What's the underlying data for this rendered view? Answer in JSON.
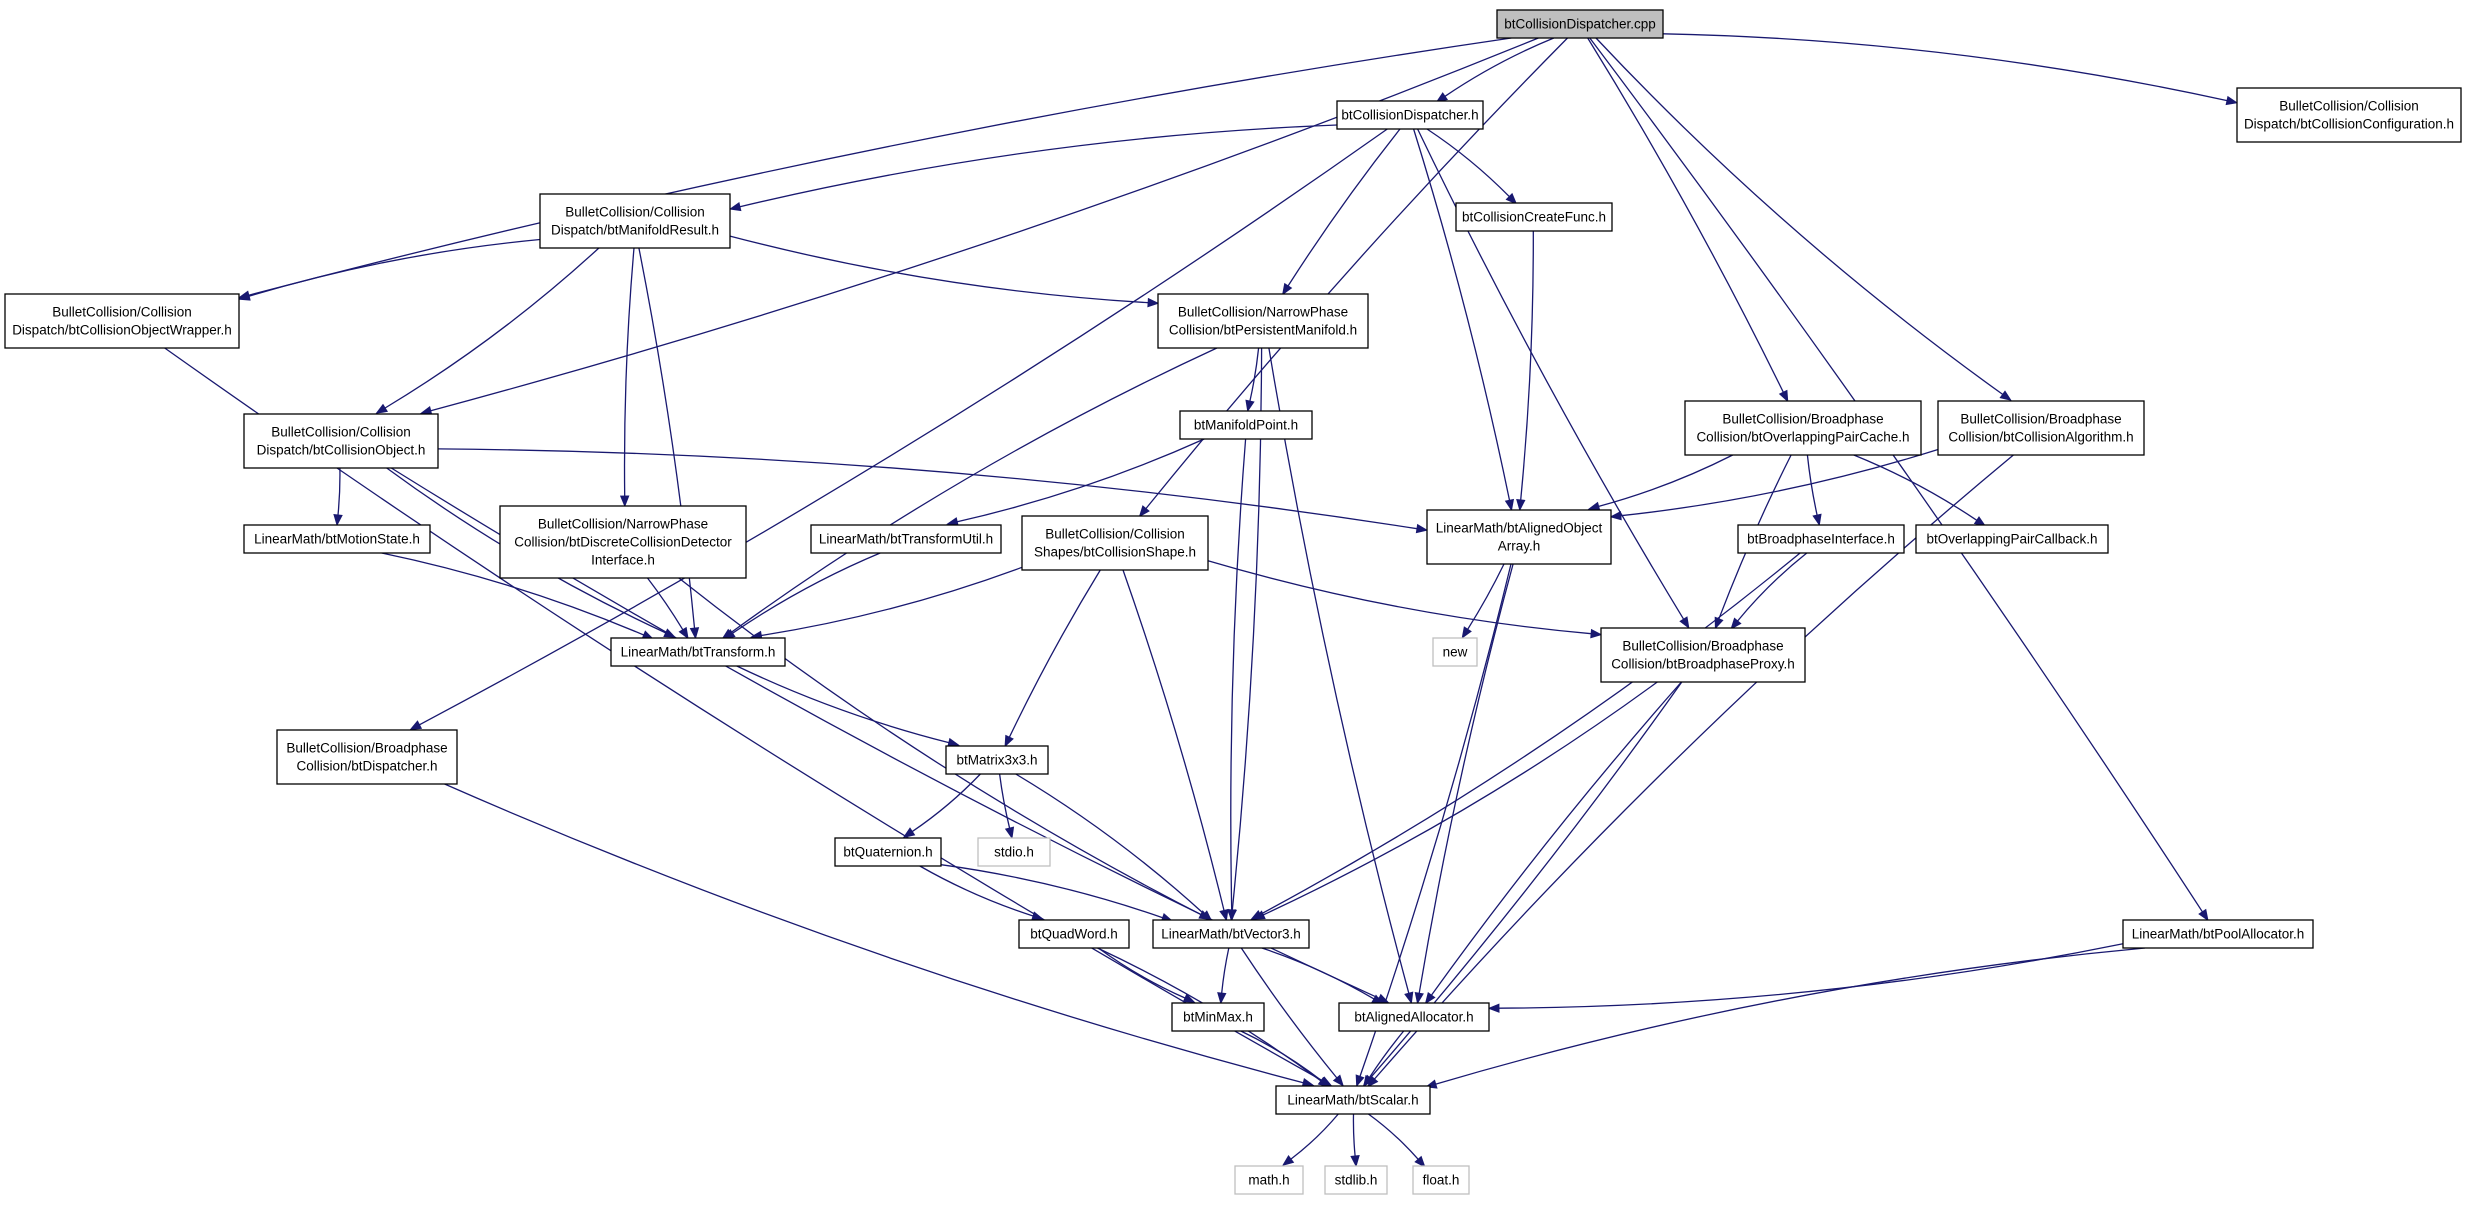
{
  "graph": {
    "colors": {
      "edge": "#191970",
      "root_fill": "#bfbfbf",
      "node_border": "#000000",
      "external_border": "#bfbfbf"
    },
    "nodes": [
      {
        "id": "root",
        "lines": [
          "btCollisionDispatcher.cpp"
        ],
        "kind": "root"
      },
      {
        "id": "dispatcherH",
        "lines": [
          "btCollisionDispatcher.h"
        ]
      },
      {
        "id": "collConfig",
        "lines": [
          "BulletCollision/Collision",
          "Dispatch/btCollisionConfiguration.h"
        ]
      },
      {
        "id": "manifoldResult",
        "lines": [
          "BulletCollision/Collision",
          "Dispatch/btManifoldResult.h"
        ]
      },
      {
        "id": "createFunc",
        "lines": [
          "btCollisionCreateFunc.h"
        ]
      },
      {
        "id": "objWrapper",
        "lines": [
          "BulletCollision/Collision",
          "Dispatch/btCollisionObjectWrapper.h"
        ]
      },
      {
        "id": "persistManifold",
        "lines": [
          "BulletCollision/NarrowPhase",
          "Collision/btPersistentManifold.h"
        ]
      },
      {
        "id": "overlapPairCache",
        "lines": [
          "BulletCollision/Broadphase",
          "Collision/btOverlappingPairCache.h"
        ]
      },
      {
        "id": "collAlgorithm",
        "lines": [
          "BulletCollision/Broadphase",
          "Collision/btCollisionAlgorithm.h"
        ]
      },
      {
        "id": "collObject",
        "lines": [
          "BulletCollision/Collision",
          "Dispatch/btCollisionObject.h"
        ]
      },
      {
        "id": "manifoldPoint",
        "lines": [
          "btManifoldPoint.h"
        ]
      },
      {
        "id": "discreteDetector",
        "lines": [
          "BulletCollision/NarrowPhase",
          "Collision/btDiscreteCollisionDetector",
          "Interface.h"
        ]
      },
      {
        "id": "motionState",
        "lines": [
          "LinearMath/btMotionState.h"
        ]
      },
      {
        "id": "transformUtil",
        "lines": [
          "LinearMath/btTransformUtil.h"
        ]
      },
      {
        "id": "collShape",
        "lines": [
          "BulletCollision/Collision",
          "Shapes/btCollisionShape.h"
        ]
      },
      {
        "id": "alignedArray",
        "lines": [
          "LinearMath/btAlignedObject",
          "Array.h"
        ]
      },
      {
        "id": "broadIface",
        "lines": [
          "btBroadphaseInterface.h"
        ]
      },
      {
        "id": "pairCallback",
        "lines": [
          "btOverlappingPairCallback.h"
        ]
      },
      {
        "id": "transform",
        "lines": [
          "LinearMath/btTransform.h"
        ]
      },
      {
        "id": "newH",
        "lines": [
          "new"
        ],
        "kind": "external"
      },
      {
        "id": "broadProxy",
        "lines": [
          "BulletCollision/Broadphase",
          "Collision/btBroadphaseProxy.h"
        ]
      },
      {
        "id": "btDispatcher",
        "lines": [
          "BulletCollision/Broadphase",
          "Collision/btDispatcher.h"
        ]
      },
      {
        "id": "matrix3x3",
        "lines": [
          "btMatrix3x3.h"
        ]
      },
      {
        "id": "quaternion",
        "lines": [
          "btQuaternion.h"
        ]
      },
      {
        "id": "stdio",
        "lines": [
          "stdio.h"
        ],
        "kind": "external"
      },
      {
        "id": "quadWord",
        "lines": [
          "btQuadWord.h"
        ]
      },
      {
        "id": "vector3",
        "lines": [
          "LinearMath/btVector3.h"
        ]
      },
      {
        "id": "poolAllocator",
        "lines": [
          "LinearMath/btPoolAllocator.h"
        ]
      },
      {
        "id": "minMax",
        "lines": [
          "btMinMax.h"
        ]
      },
      {
        "id": "alignedAllocator",
        "lines": [
          "btAlignedAllocator.h"
        ]
      },
      {
        "id": "scalar",
        "lines": [
          "LinearMath/btScalar.h"
        ]
      },
      {
        "id": "math",
        "lines": [
          "math.h"
        ],
        "kind": "external"
      },
      {
        "id": "stdlib",
        "lines": [
          "stdlib.h"
        ],
        "kind": "external"
      },
      {
        "id": "float",
        "lines": [
          "float.h"
        ],
        "kind": "external"
      }
    ],
    "edges": [
      [
        "root",
        "dispatcherH"
      ],
      [
        "root",
        "collConfig"
      ],
      [
        "root",
        "objWrapper"
      ],
      [
        "root",
        "collObject"
      ],
      [
        "root",
        "collShape"
      ],
      [
        "root",
        "overlapPairCache"
      ],
      [
        "root",
        "collAlgorithm"
      ],
      [
        "root",
        "poolAllocator"
      ],
      [
        "dispatcherH",
        "manifoldResult"
      ],
      [
        "dispatcherH",
        "createFunc"
      ],
      [
        "dispatcherH",
        "persistManifold"
      ],
      [
        "dispatcherH",
        "alignedArray"
      ],
      [
        "dispatcherH",
        "broadProxy"
      ],
      [
        "dispatcherH",
        "btDispatcher"
      ],
      [
        "manifoldResult",
        "objWrapper"
      ],
      [
        "manifoldResult",
        "collObject"
      ],
      [
        "manifoldResult",
        "discreteDetector"
      ],
      [
        "manifoldResult",
        "transform"
      ],
      [
        "manifoldResult",
        "persistManifold"
      ],
      [
        "createFunc",
        "alignedArray"
      ],
      [
        "objWrapper",
        "scalar"
      ],
      [
        "persistManifold",
        "manifoldPoint"
      ],
      [
        "persistManifold",
        "transform"
      ],
      [
        "persistManifold",
        "vector3"
      ],
      [
        "persistManifold",
        "alignedAllocator"
      ],
      [
        "collObject",
        "motionState"
      ],
      [
        "collObject",
        "transform"
      ],
      [
        "collObject",
        "alignedArray"
      ],
      [
        "collObject",
        "alignedAllocator"
      ],
      [
        "manifoldPoint",
        "transformUtil"
      ],
      [
        "manifoldPoint",
        "vector3"
      ],
      [
        "discreteDetector",
        "transform"
      ],
      [
        "discreteDetector",
        "vector3"
      ],
      [
        "motionState",
        "transform"
      ],
      [
        "transformUtil",
        "transform"
      ],
      [
        "collShape",
        "transform"
      ],
      [
        "collShape",
        "matrix3x3"
      ],
      [
        "collShape",
        "vector3"
      ],
      [
        "collShape",
        "broadProxy"
      ],
      [
        "overlapPairCache",
        "alignedArray"
      ],
      [
        "overlapPairCache",
        "broadIface"
      ],
      [
        "overlapPairCache",
        "pairCallback"
      ],
      [
        "overlapPairCache",
        "broadProxy"
      ],
      [
        "collAlgorithm",
        "alignedArray"
      ],
      [
        "collAlgorithm",
        "scalar"
      ],
      [
        "alignedArray",
        "newH"
      ],
      [
        "alignedArray",
        "alignedAllocator"
      ],
      [
        "alignedArray",
        "scalar"
      ],
      [
        "broadIface",
        "broadProxy"
      ],
      [
        "broadIface",
        "vector3"
      ],
      [
        "transform",
        "matrix3x3"
      ],
      [
        "broadProxy",
        "vector3"
      ],
      [
        "broadProxy",
        "alignedAllocator"
      ],
      [
        "broadProxy",
        "scalar"
      ],
      [
        "btDispatcher",
        "scalar"
      ],
      [
        "matrix3x3",
        "quaternion"
      ],
      [
        "matrix3x3",
        "stdio"
      ],
      [
        "matrix3x3",
        "vector3"
      ],
      [
        "quaternion",
        "quadWord"
      ],
      [
        "quaternion",
        "vector3"
      ],
      [
        "quadWord",
        "minMax"
      ],
      [
        "quadWord",
        "scalar"
      ],
      [
        "vector3",
        "minMax"
      ],
      [
        "vector3",
        "alignedAllocator"
      ],
      [
        "vector3",
        "scalar"
      ],
      [
        "poolAllocator",
        "alignedAllocator"
      ],
      [
        "poolAllocator",
        "scalar"
      ],
      [
        "minMax",
        "scalar"
      ],
      [
        "alignedAllocator",
        "scalar"
      ],
      [
        "scalar",
        "math"
      ],
      [
        "scalar",
        "stdlib"
      ],
      [
        "scalar",
        "float"
      ]
    ]
  }
}
